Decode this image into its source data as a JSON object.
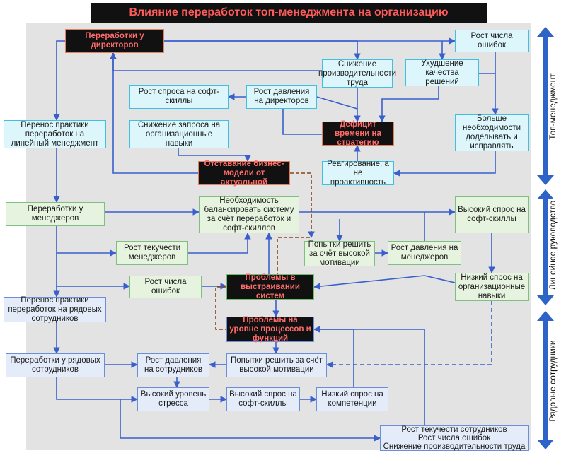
{
  "title": "Влияние переработок топ-менеджмента на организацию",
  "side_labels": {
    "top": "Топ-менеджмент",
    "line": "Линейное руководство",
    "staff": "Рядовые сотрудники"
  },
  "nodes": {
    "overtime_directors": "Переработки у директоров",
    "error_growth_top": "Рост числа ошибок",
    "productivity_drop": "Снижение производительности труда",
    "decision_quality": "Ухудшение качества решений",
    "softskills_demand": "Рост спроса на софт-скиллы",
    "director_pressure": "Рост давления на директоров",
    "transfer_to_line": "Перенос практики переработок на линейный менеджмент",
    "org_skills_drop": "Снижение запроса на организационные навыки",
    "time_deficit": "Дефицит времени на стратегию",
    "redo_fix": "Больше необходимости доделывать и исправлять",
    "model_lag": "Отставание бизнес-модели от актуальной",
    "reaction": "Реагирование, а не проактивность",
    "overtime_managers": "Переработки у менеджеров",
    "balance_need": "Необходимость балансировать систему за счёт переработок и софт-скиллов",
    "high_soft_demand_line": "Высокий спрос на софт-скиллы",
    "manager_turnover": "Рост текучести менеджеров",
    "motivation_try_line": "Попытки решить за счёт высокой мотивации",
    "manager_pressure": "Рост давления на менеджеров",
    "error_growth_line": "Рост числа ошибок",
    "system_problems": "Проблемы в выстраивании систем",
    "low_org_demand": "Низкий спрос на организационные навыки",
    "transfer_to_staff": "Перенос практики переработок на рядовых сотрудников",
    "process_problems": "Проблемы на уровне процессов и функций",
    "overtime_staff": "Переработки у рядовых сотрудников",
    "staff_pressure": "Рост давления на сотрудников",
    "motivation_try_staff": "Попытки решить за счёт высокой мотивации",
    "stress": "Высокий уровень стресса",
    "high_soft_demand_staff": "Высокий спрос на софт-скиллы",
    "low_competence_demand": "Низкий спрос на компетенции",
    "final_effects": "Рост текучести сотрудников\nРост числа ошибок\nСнижение производительности труда"
  }
}
